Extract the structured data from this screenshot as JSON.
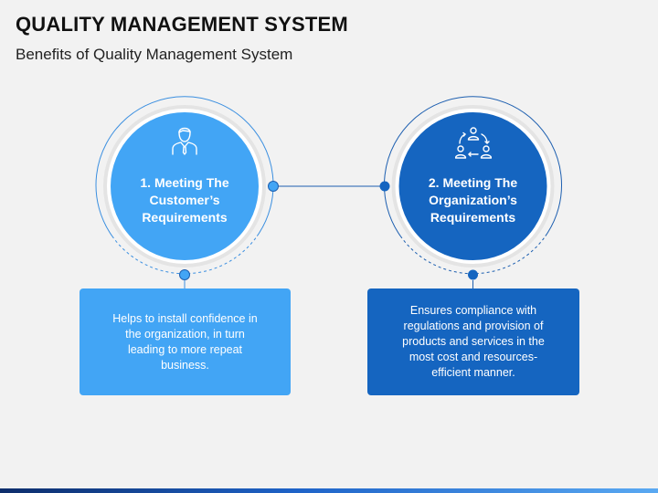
{
  "header": {
    "title": "QUALITY MANAGEMENT SYSTEM",
    "subtitle": "Benefits of Quality Management System"
  },
  "benefits": [
    {
      "label_lines": [
        "1. Meeting The",
        "Customer’s",
        "Requirements"
      ],
      "description_lines": [
        "Helps to install confidence in",
        "the organization, in turn",
        "leading to more repeat",
        "business."
      ],
      "icon": "businessman-icon",
      "color": "#42a5f5"
    },
    {
      "label_lines": [
        "2. Meeting The",
        "Organization’s",
        "Requirements"
      ],
      "description_lines": [
        "Ensures compliance with",
        "regulations and provision of",
        "products and services in the",
        "most cost and resources-",
        "efficient manner."
      ],
      "icon": "team-cycle-icon",
      "color": "#1565c0"
    }
  ],
  "colors": {
    "light_blue": "#42a5f5",
    "dark_blue": "#1565c0",
    "ring_light": "#3b8fe0",
    "ring_dark": "#1d5fb0",
    "background": "#f2f2f2"
  }
}
